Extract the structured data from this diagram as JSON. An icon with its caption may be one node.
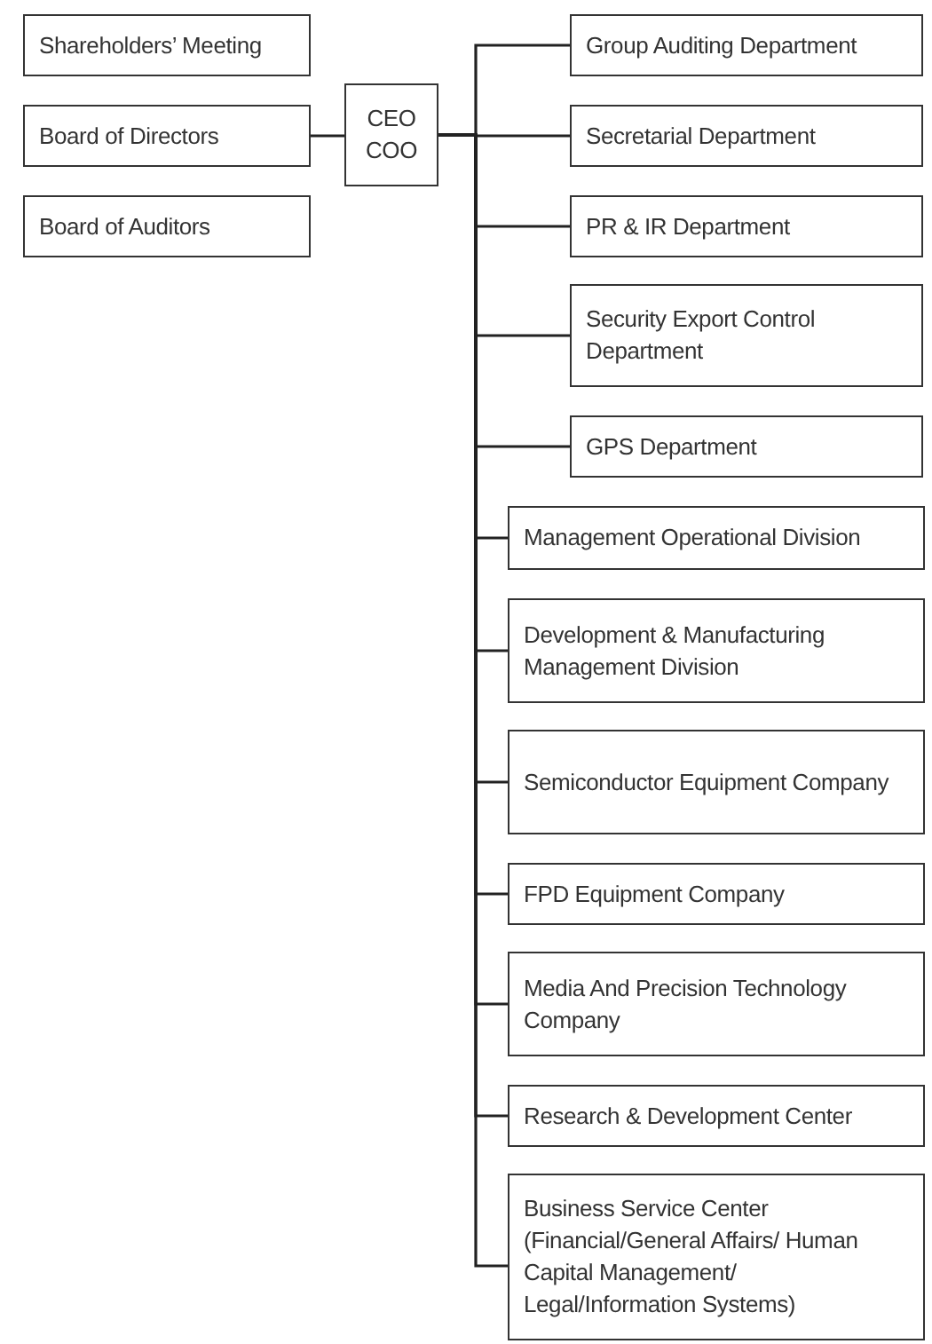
{
  "diagram": {
    "nodes": [
      {
        "text": [
          "Shareholders’ Meeting"
        ]
      },
      {
        "text": [
          "Board of Directors"
        ]
      },
      {
        "text": [
          "Board of Auditors"
        ]
      },
      {
        "text": [
          "CEO COO"
        ]
      },
      {
        "text": [
          "Group Auditing Department"
        ]
      },
      {
        "text": [
          "Secretarial Department"
        ]
      },
      {
        "text": [
          "PR & IR Department"
        ]
      },
      {
        "text": [
          "Security Export Control Department"
        ]
      },
      {
        "text": [
          "GPS Department"
        ]
      },
      {
        "text": [
          "Management Operational Division"
        ]
      },
      {
        "text": [
          "Development & Manufacturing Management Division"
        ]
      },
      {
        "text": [
          "Semiconductor Equipment Company"
        ]
      },
      {
        "text": [
          "FPD Equipment Company"
        ]
      },
      {
        "text": [
          "Media And Precision Technology Company"
        ]
      },
      {
        "text": [
          "Research & Development Center"
        ]
      },
      {
        "text": [
          "Business Service Center (Financial/General Affairs/ Human Capital Management/ Legal/Information Systems)"
        ]
      }
    ],
    "edges": [
      {
        "from": 1,
        "to": 3,
        "arrow": "none"
      },
      {
        "from": 3,
        "to": 4,
        "arrow": "none"
      },
      {
        "from": 3,
        "to": 5,
        "arrow": "none"
      },
      {
        "from": 3,
        "to": 6,
        "arrow": "none"
      },
      {
        "from": 3,
        "to": 7,
        "arrow": "none"
      },
      {
        "from": 3,
        "to": 8,
        "arrow": "none"
      },
      {
        "from": 3,
        "to": 9,
        "arrow": "none"
      },
      {
        "from": 3,
        "to": 10,
        "arrow": "none"
      },
      {
        "from": 3,
        "to": 11,
        "arrow": "none"
      },
      {
        "from": 3,
        "to": 12,
        "arrow": "none"
      },
      {
        "from": 3,
        "to": 13,
        "arrow": "none"
      },
      {
        "from": 3,
        "to": 14,
        "arrow": "none"
      },
      {
        "from": 3,
        "to": 15,
        "arrow": "none"
      }
    ]
  }
}
